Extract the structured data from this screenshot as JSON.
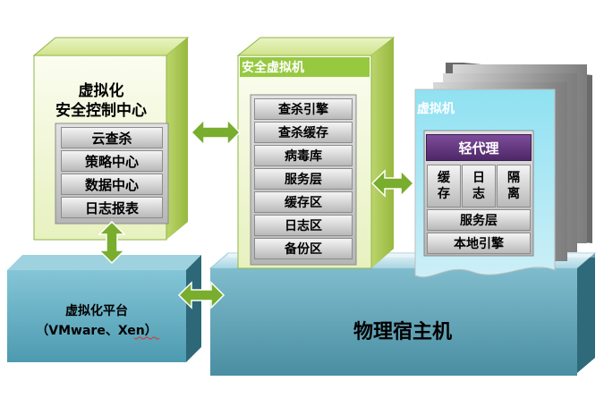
{
  "security_center": {
    "title_line1": "虚拟化",
    "title_line2": "安全控制中心",
    "items": [
      "云查杀",
      "策略中心",
      "数据中心",
      "日志报表"
    ]
  },
  "security_vm": {
    "title": "安全虚拟机",
    "items": [
      "查杀引擎",
      "查杀缓存",
      "病毒库",
      "服务层",
      "缓存区",
      "日志区",
      "备份区"
    ]
  },
  "guest_vm": {
    "title": "虚拟机",
    "agent_title": "轻代理",
    "agent_cells": [
      "缓\n存",
      "日\n志",
      "隔\n离"
    ],
    "service_layer": "服务层",
    "local_engine": "本地引擎"
  },
  "platform": {
    "line1": "虚拟化平台",
    "line2": "（VMware、Xen）"
  },
  "host": {
    "label": "物理宿主机"
  },
  "colors": {
    "green_front": "#f3f8d6",
    "green_border": "#7eab2e",
    "vm_title_bg": "#96c940",
    "host_top": "#c6e4ec",
    "host_front": "#5ea1b4",
    "platform_front": "#6ab3c8",
    "arrow_green": "#79ad2d",
    "agent_purple": "#6a3a88"
  }
}
